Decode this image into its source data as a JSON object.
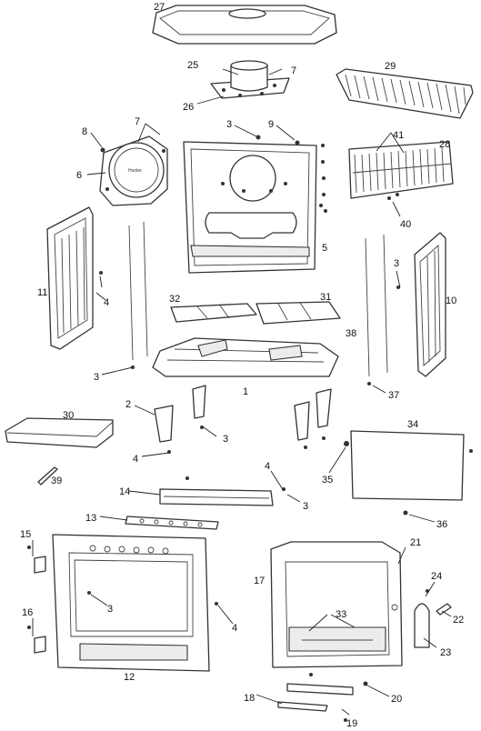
{
  "diagram": {
    "brand_text": "Hunter",
    "part_numbers": [
      "27",
      "25",
      "7",
      "29",
      "26",
      "7",
      "3",
      "9",
      "8",
      "41",
      "28",
      "6",
      "40",
      "5",
      "11",
      "4",
      "3",
      "10",
      "32",
      "31",
      "38",
      "3",
      "1",
      "37",
      "2",
      "30",
      "3",
      "34",
      "4",
      "4",
      "35",
      "3",
      "39",
      "14",
      "36",
      "13",
      "15",
      "21",
      "17",
      "24",
      "33",
      "22",
      "3",
      "16",
      "4",
      "23",
      "12",
      "20",
      "18",
      "19"
    ]
  }
}
